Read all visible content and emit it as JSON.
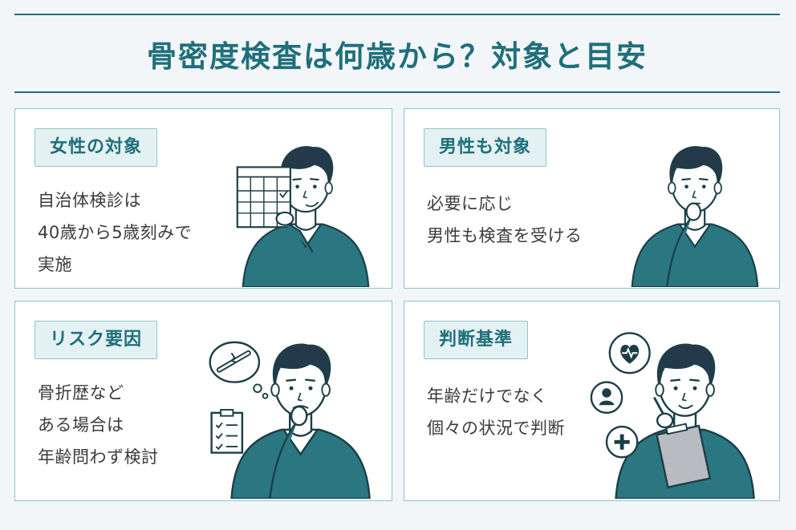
{
  "title": "骨密度検査は何歳から？対象と目安",
  "colors": {
    "accent": "#1f6f7b",
    "sweater": "#2a7782",
    "card_border": "#8fc4cc",
    "title_bg": "#e4f1f3"
  },
  "cards": [
    {
      "title": "女性の対象",
      "lines": [
        "自治体検診は",
        "40歳から5歳刻みで",
        "実施"
      ],
      "icon": "calendar-icon"
    },
    {
      "title": "男性も対象",
      "lines": [
        "必要に応じ",
        "男性も検査を受ける"
      ],
      "icon": "thinking-man"
    },
    {
      "title": "リスク要因",
      "lines": [
        "骨折歴など",
        "ある場合は",
        "年齢問わず検討"
      ],
      "icon": "broken-bone-icon"
    },
    {
      "title": "判断基準",
      "lines": [
        "年齢だけでなく",
        "個々の状況で判断"
      ],
      "icon": "clipboard-icon"
    }
  ]
}
